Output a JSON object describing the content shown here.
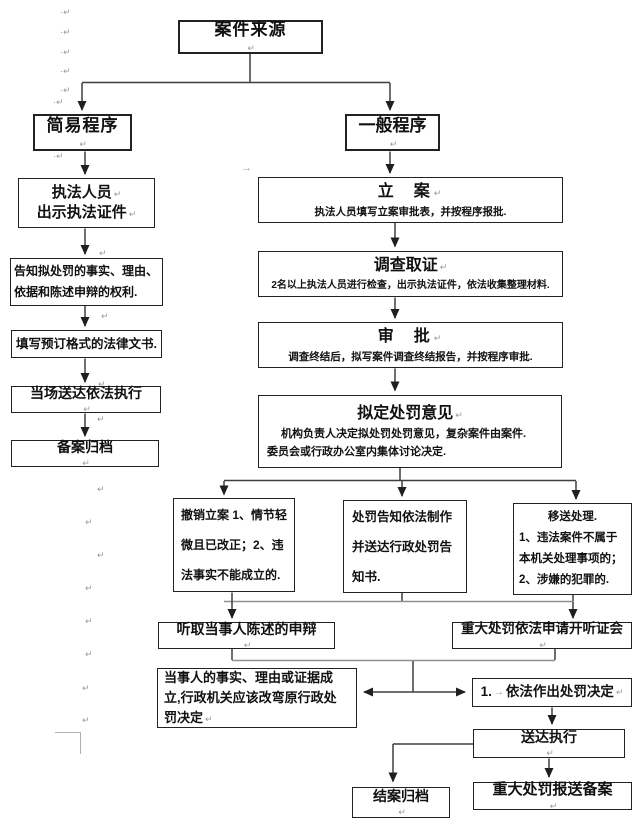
{
  "document": {
    "background": "#ffffff"
  },
  "colors": {
    "line": "#3f3f3f",
    "line_light": "#909090",
    "arrowhead": "#1f1f1f",
    "border": "#222222",
    "text": "#111111",
    "mark": "#8f9aa6"
  },
  "marks": {
    "return_glyph": "↵",
    "dot_return_glyph": "·↵",
    "tab_arrow_glyph": "→"
  },
  "nodes": {
    "case_source": {
      "title": "案件来源"
    },
    "simple_procedure": {
      "title": "简易程序"
    },
    "general_procedure": {
      "title": "一般程序"
    },
    "law_officers": {
      "line1": "执法人员",
      "line2": "出示执法证件"
    },
    "inform_rights": {
      "line1": "告知拟处罚的事实、理由、",
      "line2": "依据和陈述申辩的权利."
    },
    "fill_documents": {
      "title": "填写预订格式的法律文书."
    },
    "onsite_execution": {
      "title": "当场送达依法执行"
    },
    "filing": {
      "title": "备案归档"
    },
    "case_filing": {
      "title": "立　案",
      "sub": "执法人员填写立案审批表，并按程序报批."
    },
    "investigation": {
      "title": "调查取证",
      "sub": "2名以上执法人员进行检查，出示执法证件，依法收集整理材料."
    },
    "approval": {
      "title": "审　批",
      "sub": "调查终结后，拟写案件调查终结报告，并按程序审批."
    },
    "draft_penalty": {
      "title": "拟定处罚意见",
      "line1": "机构负责人决定拟处罚处罚意见，复杂案件由案件.",
      "line2": "委员会或行政办公室内集体讨论决定."
    },
    "withdraw_case": {
      "lines": [
        "撤销立案 1、情节轻",
        "微且已改正；2、违",
        "法事实不能成立的."
      ]
    },
    "penalty_notice": {
      "lines": [
        "处罚告知依法制作",
        "并送达行政处罚告",
        "知书."
      ]
    },
    "transfer_case": {
      "lines": [
        "移送处理.",
        "1、违法案件不属于",
        "本机关处理事项的；",
        "2、涉嫌的犯罪的."
      ]
    },
    "hear_statement": {
      "title": "听取当事人陈述的申辩"
    },
    "hearing_request": {
      "title": "重大处罚依法申请开听证会"
    },
    "change_decision": {
      "lines": [
        "当事人的事实、理由或证据成",
        "立,行政机关应该改弯原行政处",
        "罚决定"
      ]
    },
    "make_decision": {
      "prefix": "1.",
      "title": "依法作出处罚决定"
    },
    "serve_execution": {
      "title": "送达执行"
    },
    "close_case": {
      "title": "结案归档"
    },
    "report_major": {
      "title": "重大处罚报送备案"
    }
  }
}
